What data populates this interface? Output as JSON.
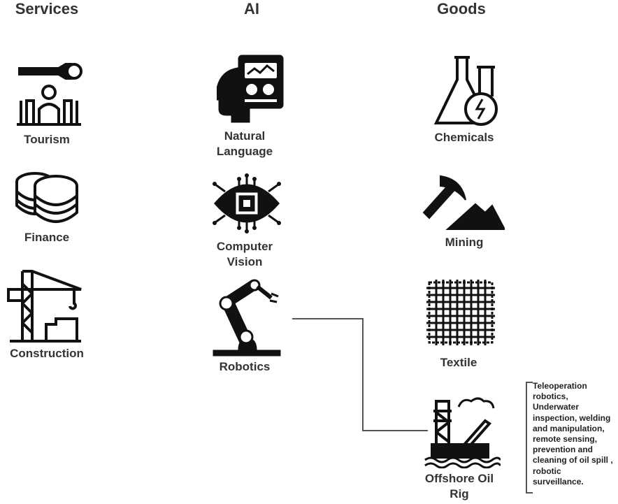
{
  "headers": {
    "services": "Services",
    "ai": "AI",
    "goods": "Goods"
  },
  "services": [
    {
      "label": "Tourism",
      "icon": "tourism-icon"
    },
    {
      "label": "Finance",
      "icon": "coins-icon"
    },
    {
      "label": "Construction",
      "icon": "crane-icon"
    }
  ],
  "ai": [
    {
      "label": "Natural\nLanguage",
      "icon": "head-document-icon"
    },
    {
      "label": "Computer\nVision",
      "icon": "eye-chip-icon"
    },
    {
      "label": "Robotics",
      "icon": "robot-arm-icon"
    }
  ],
  "goods": [
    {
      "label": "Chemicals",
      "icon": "flask-icon"
    },
    {
      "label": "Mining",
      "icon": "pickaxe-icon"
    },
    {
      "label": "Textile",
      "icon": "textile-icon"
    },
    {
      "label": "Offshore Oil\nRig",
      "icon": "oil-rig-icon"
    }
  ],
  "note": "Teleoperation\nrobotics,\nUnderwater\ninspection, welding\nand manipulation,\nremote sensing,\nprevention and\ncleaning of oil spill ,\nrobotic\nsurveillance.",
  "colors": {
    "icon": "#111111",
    "text": "#333333",
    "connector": "#555555"
  }
}
